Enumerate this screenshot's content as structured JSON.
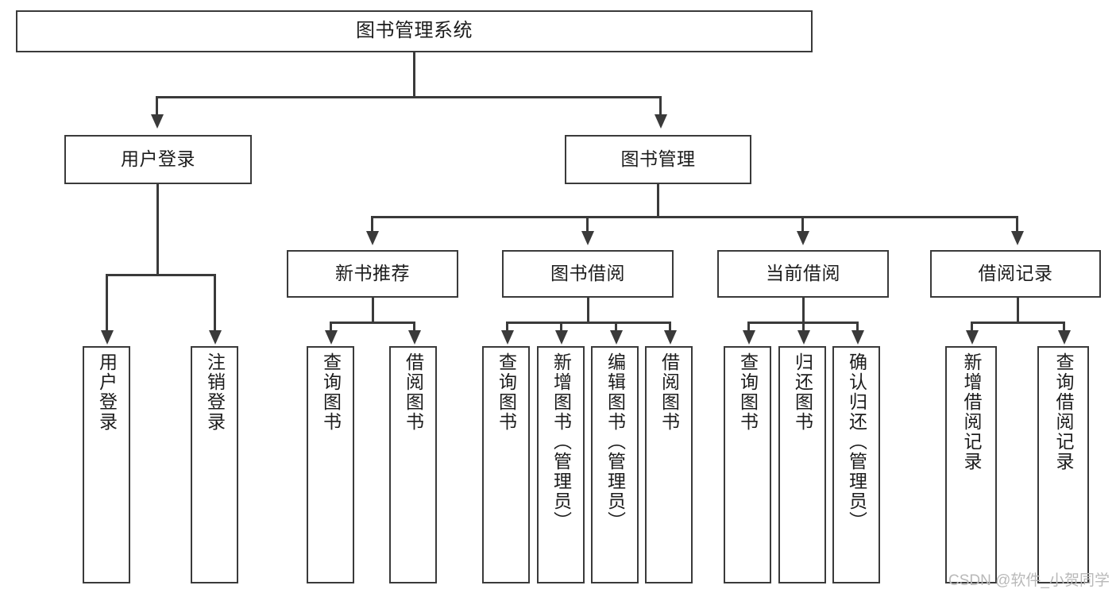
{
  "diagram": {
    "title": "图书管理系统",
    "type": "hierarchy-tree",
    "root": {
      "label": "图书管理系统"
    },
    "level2": [
      {
        "label": "用户登录"
      },
      {
        "label": "图书管理"
      }
    ],
    "level3": [
      {
        "label": "新书推荐"
      },
      {
        "label": "图书借阅"
      },
      {
        "label": "当前借阅"
      },
      {
        "label": "借阅记录"
      }
    ],
    "leaves": {
      "user_login": [
        {
          "label": "用户登录"
        },
        {
          "label": "注销登录"
        }
      ],
      "new_book_recommend": [
        {
          "label": "查询图书"
        },
        {
          "label": "借阅图书"
        }
      ],
      "book_borrow": [
        {
          "label": "查询图书"
        },
        {
          "label": "新增图书（管理员）"
        },
        {
          "label": "编辑图书（管理员）"
        },
        {
          "label": "借阅图书"
        }
      ],
      "current_borrow": [
        {
          "label": "查询图书"
        },
        {
          "label": "归还图书"
        },
        {
          "label": "确认归还（管理员）"
        }
      ],
      "borrow_record": [
        {
          "label": "新增借阅记录"
        },
        {
          "label": "查询借阅记录"
        }
      ]
    }
  },
  "watermark": {
    "text": "CSDN @软件_小贺同学"
  },
  "colors": {
    "stroke": "#3a3a3a",
    "background": "#ffffff",
    "text": "#1c1c1c",
    "watermark": "#b9b9b9"
  }
}
